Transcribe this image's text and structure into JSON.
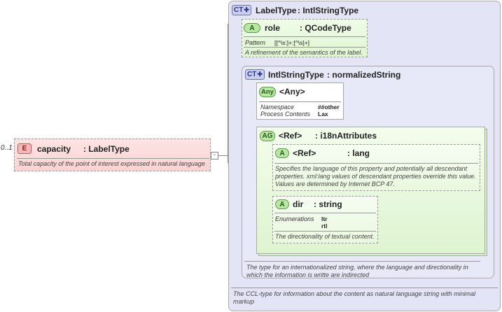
{
  "element": {
    "occurrence": "0..1",
    "badge": "E",
    "name": "capacity",
    "type": ": LabelType",
    "doc": "Total capacity of the point of interest expressed in natural language",
    "toggle": "-"
  },
  "labelType": {
    "badge": "CT",
    "name": "LabelType",
    "base": ": IntlStringType",
    "doc": "The CCL-type for information about the content as natural language string with minimal markup",
    "roleAttr": {
      "badge": "A",
      "name": "role",
      "type": ": QCodeType",
      "propKey": "Pattern",
      "propVal": "[[^\\s:]+:[^\\s]+]",
      "doc": "A refinement of the semantics of the label."
    }
  },
  "intlStringType": {
    "badge": "CT",
    "name": "IntlStringType",
    "base": ": normalizedString",
    "doc": "The type for an internationalized string, where the language and directionality in which the information is writte are indirected",
    "any": {
      "badge": "Any",
      "name": "<Any>",
      "props": [
        {
          "key": "Namespace",
          "val": "##other"
        },
        {
          "key": "Process Contents",
          "val": "Lax"
        }
      ]
    },
    "attrGroup": {
      "badge": "AG",
      "name": "<Ref>",
      "type": ": i18nAttributes",
      "lang": {
        "badge": "A",
        "name": "<Ref>",
        "type": ": lang",
        "doc": "Specifies the language of this property and potentially all descendant properties. xml:lang values of descendant properties override this value. Values are determined by Internet BCP 47."
      },
      "dir": {
        "badge": "A",
        "name": "dir",
        "type": ": string",
        "propKey": "Enumerations",
        "values": [
          "ltr",
          "rtl"
        ],
        "doc": "The directionality of textual content."
      }
    }
  }
}
